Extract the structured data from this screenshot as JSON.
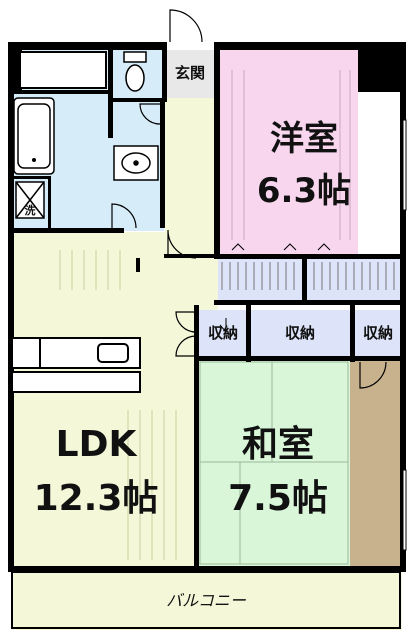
{
  "plan": {
    "rooms": {
      "western": {
        "name": "洋室",
        "size": "6.3帖"
      },
      "ldk": {
        "name": "LDK",
        "size": "12.3帖"
      },
      "japanese": {
        "name": "和室",
        "size": "7.5帖"
      }
    },
    "entrance": "玄関",
    "storage_left": "収納",
    "storage_center": "収納",
    "storage_right": "収納",
    "balcony": "バルコニー",
    "shower_mark": "洗"
  },
  "colors": {
    "wall": "#000000",
    "western_floor": "#f7d6ee",
    "ldk_floor": "#f4f8d8",
    "japanese_floor": "#d9f6d8",
    "wet_area": "#d6ecf8",
    "storage": "#dde3f8",
    "tokonoma": "#c8b28e",
    "entrance": "#e8e8e8"
  }
}
